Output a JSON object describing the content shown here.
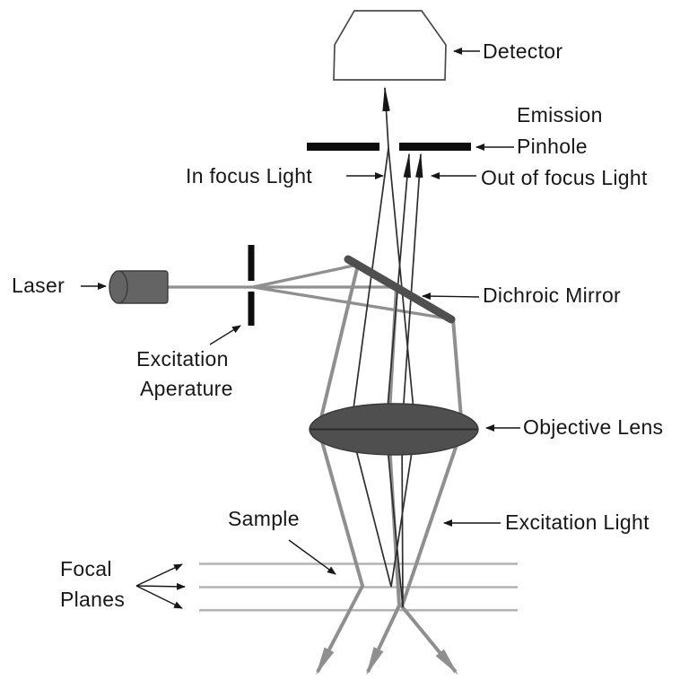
{
  "diagram": {
    "title": "Confocal microscope light-path diagram",
    "labels": {
      "detector": "Detector",
      "emission_line1": "Emission",
      "emission_line2": "Pinhole",
      "in_focus": "In focus Light",
      "out_of_focus": "Out of focus Light",
      "laser": "Laser",
      "excitation_aperture_line1": "Excitation",
      "excitation_aperture_line2": "Aperature",
      "dichroic_mirror": "Dichroic Mirror",
      "objective_lens": "Objective Lens",
      "excitation_light": "Excitation Light",
      "sample": "Sample",
      "focal_planes_line1": "Focal",
      "focal_planes_line2": "Planes"
    },
    "components": [
      "laser",
      "excitation-aperture",
      "dichroic-mirror",
      "objective-lens",
      "emission-pinhole",
      "detector",
      "sample",
      "focal-planes",
      "excitation-light-rays",
      "in-focus-light-ray",
      "out-of-focus-light-rays"
    ],
    "colors": {
      "background": "#ffffff",
      "text": "#171717",
      "excitation_ray": "#8f8f8f",
      "emission_ray": "#2e2e2e",
      "focal_plane": "#b4b4b4",
      "optics_dark": "#4f4f4f",
      "pinhole_black": "#0d0d0d",
      "laser_body": "#646464",
      "outline": "#4a4a4a"
    }
  }
}
